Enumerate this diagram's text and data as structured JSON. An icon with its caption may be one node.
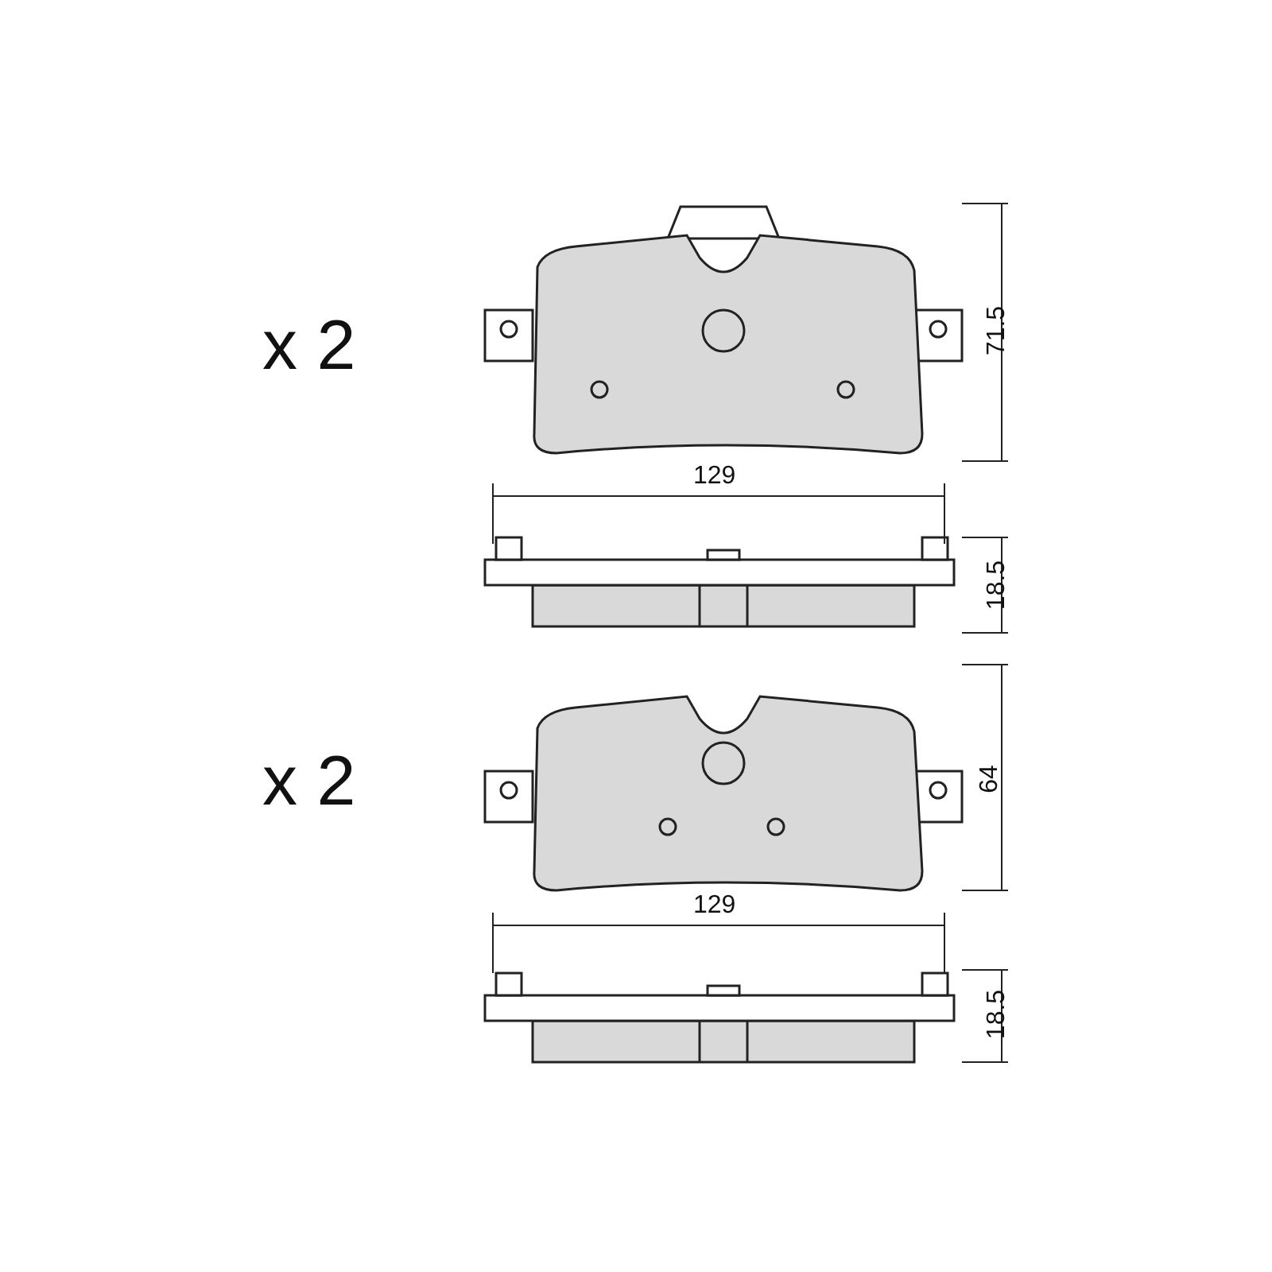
{
  "diagram": {
    "labels": [
      "x 2",
      "71.5",
      "129",
      "18.5",
      "x 2",
      "64",
      "129",
      "18.5"
    ]
  }
}
